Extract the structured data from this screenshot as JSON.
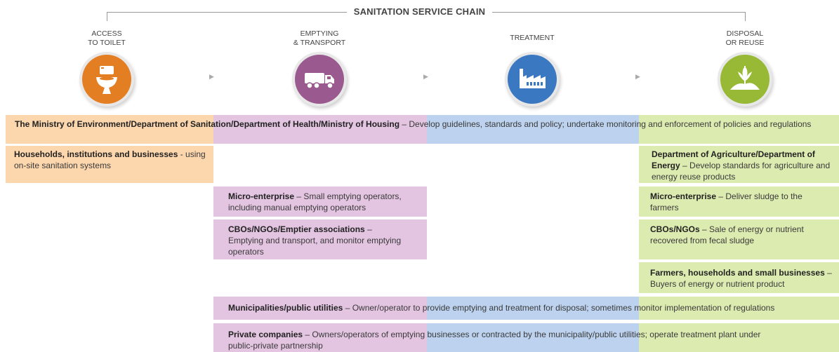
{
  "title": "SANITATION SERVICE CHAIN",
  "stages": [
    {
      "label": "ACCESS TO TOILET",
      "line1": "ACCESS",
      "line2": "TO TOILET",
      "icon": "toilet-icon",
      "color": "#e37e22"
    },
    {
      "label": "EMPTYING & TRANSPORT",
      "line1": "EMPTYING",
      "line2": "& TRANSPORT",
      "icon": "truck-icon",
      "color": "#9b5a8f"
    },
    {
      "label": "TREATMENT",
      "line1": "TREATMENT",
      "line2": "",
      "icon": "factory-icon",
      "color": "#3a78c1"
    },
    {
      "label": "DISPOSAL OR REUSE",
      "line1": "DISPOSAL",
      "line2": "OR REUSE",
      "icon": "plant-icon",
      "color": "#97b935"
    }
  ],
  "colors": {
    "access": "#fcd6ad",
    "emptying": "#e3c4e1",
    "treatment": "#bcd2ee",
    "disposal": "#dcebb0"
  },
  "rows": {
    "ministry": {
      "bold": "The Ministry of Environment/Department of Sanitation/Department of Health/Ministry of Housing",
      "text": " – Develop guidelines, standards and policy; undertake monitoring and enforcement of policies and regulations"
    },
    "households": {
      "bold": "Households, institutions and businesses",
      "text": " - using on-site sanitation systems"
    },
    "agriculture": {
      "bold": "Department of Agriculture/Department of Energy",
      "text": " – Develop standards for agriculture and energy reuse products"
    },
    "micro_emptying": {
      "bold": "Micro-enterprise",
      "text": " – Small emptying operators, including manual emptying operators"
    },
    "micro_disposal": {
      "bold": "Micro-enterprise",
      "text": " – Deliver sludge to the farmers"
    },
    "cbo_emptying": {
      "bold": "CBOs/NGOs/Emptier associations",
      "text": " – Emptying and transport, and monitor emptying operators"
    },
    "cbo_disposal": {
      "bold": "CBOs/NGOs",
      "text": " – Sale of energy or nutrient recovered from fecal sludge"
    },
    "farmers": {
      "bold": "Farmers, households and small businesses",
      "text": " – Buyers of energy or nutrient product"
    },
    "municipalities": {
      "bold": "Municipalities/public utilities",
      "text": " – Owner/operator to provide emptying and treatment for disposal; sometimes monitor implementation of regulations"
    },
    "private": {
      "bold": "Private companies",
      "text": " – Owners/operators of emptying businesses or contracted by the municipality/public utilities; operate treatment plant under public-private partnership"
    }
  }
}
